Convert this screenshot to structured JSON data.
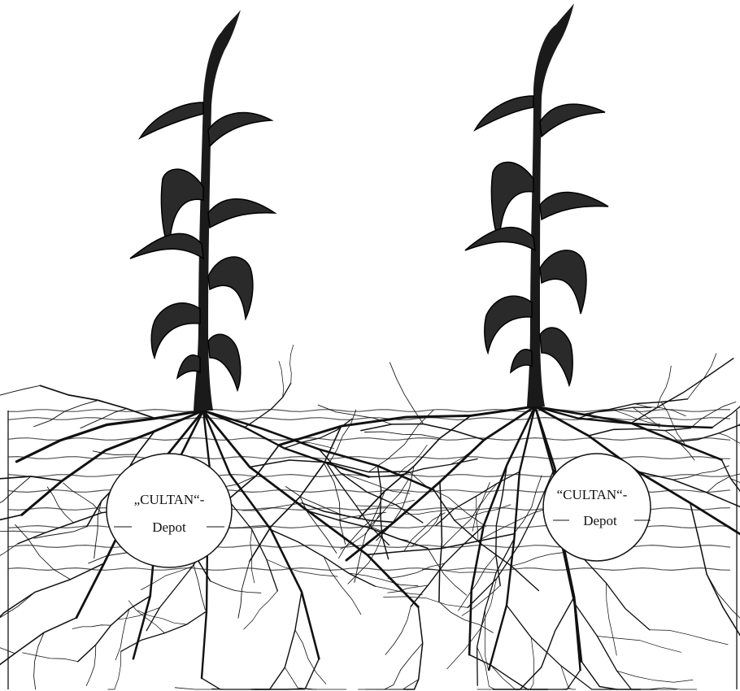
{
  "depots": [
    {
      "line1": "„CULTAN“-",
      "line2": "Depot"
    },
    {
      "line1": "“CULTAN“-",
      "line2": "Depot"
    }
  ],
  "colors": {
    "ink": "#111111",
    "paper": "#ffffff"
  },
  "icons": [
    "maize-plant",
    "root-system",
    "soil-layers",
    "fertilizer-depot"
  ]
}
